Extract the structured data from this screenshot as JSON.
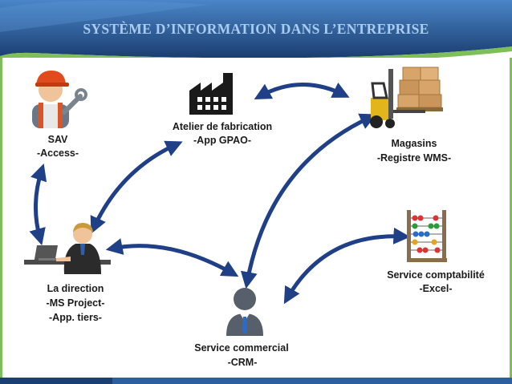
{
  "header": {
    "title": "SYSTÈME D’INFORMATION DANS L’ENTREPRISE"
  },
  "colors": {
    "arrow": "#1f3f86",
    "header_dark": "#1c3f72",
    "header_light": "#3c75b6",
    "title": "#a8cdf0",
    "border_green": "#7fbf5a"
  },
  "nodes": {
    "sav": {
      "name": "SAV",
      "app": "-Access-",
      "icon": "repair-technician-icon"
    },
    "atelier": {
      "name": "Atelier de fabrication",
      "app": "-App GPAO-",
      "icon": "factory-icon"
    },
    "magasins": {
      "name": "Magasins",
      "app": "-Registre WMS-",
      "icon": "forklift-icon"
    },
    "direction": {
      "name": "La direction",
      "app1": "-MS Project-",
      "app2": "-App. tiers-",
      "icon": "manager-laptop-icon"
    },
    "comptabilite": {
      "name": "Service comptabilité",
      "app": "-Excel-",
      "icon": "abacus-icon"
    },
    "commercial": {
      "name": "Service commercial",
      "app": "-CRM-",
      "icon": "business-person-icon"
    }
  },
  "connections": [
    {
      "from": "sav",
      "to": "direction"
    },
    {
      "from": "direction",
      "to": "atelier"
    },
    {
      "from": "atelier",
      "to": "magasins"
    },
    {
      "from": "magasins",
      "to": "commercial"
    },
    {
      "from": "direction",
      "to": "commercial"
    },
    {
      "from": "comptabilite",
      "to": "commercial"
    }
  ]
}
